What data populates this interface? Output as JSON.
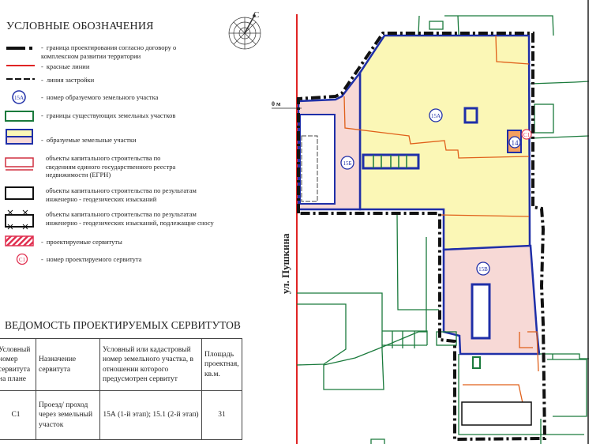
{
  "legend": {
    "title": "УСЛОВНЫЕ ОБОЗНАЧЕНИЯ",
    "items": [
      {
        "symbol": "boundary-dashdot-icon",
        "text": "граница проектирования согласно договору о комплексном развитии территории"
      },
      {
        "symbol": "red-line-icon",
        "text": "красные линии"
      },
      {
        "symbol": "building-line-icon",
        "text": "линия застройки"
      },
      {
        "symbol": "plot-number-icon",
        "symbol_text": "15А",
        "text": "номер образуемого земельного участка"
      },
      {
        "symbol": "green-rect-icon",
        "text": "границы существующих земельных участков"
      },
      {
        "symbol": "formed-plots-icon",
        "text": "образуемые земельные участки"
      },
      {
        "symbol": "egrn-object-icon",
        "text": "объекты капитального строительства по сведениям единого государственного реестра недвижимости (ЕГРН)"
      },
      {
        "symbol": "survey-object-icon",
        "text": "объекты капитального строительства по результатам инженерно - геодезических изысканий"
      },
      {
        "symbol": "demolition-object-icon",
        "text": "объекты капитального строительства по результатам инженерно - геодезических изысканий, подлежащие сносу"
      },
      {
        "symbol": "servitude-hatch-icon",
        "text": "проектируемые сервитуты"
      },
      {
        "symbol": "servitude-number-icon",
        "symbol_text": "С1",
        "text": "номер проектируемого сервитута"
      }
    ]
  },
  "table": {
    "title": "ВЕДОМОСТЬ ПРОЕКТИРУЕМЫХ СЕРВИТУТОВ",
    "headers": [
      "Условный номер сервитута на плане",
      "Назначение сервитута",
      "Условный или кадастровый номер земельного участка, в отношении которого предусмотрен сервитут",
      "Площадь проектная, кв.м."
    ],
    "rows": [
      [
        "С1",
        "Проезд/ проход через земельный участок",
        "15А (1-й этап); 15.1 (2-й этап)",
        "31"
      ]
    ]
  },
  "map": {
    "compass_label": "С",
    "zero_mark": "0 м",
    "street": "ул. Пушкина",
    "plots": {
      "a": "15А",
      "b": "15Б",
      "v": "15В",
      "existing": "14",
      "servitude": "С1"
    },
    "colors": {
      "yellow": "#fbf7b6",
      "pink": "#f7d9d6",
      "blue": "#1f2fa8",
      "red": "#e02424",
      "green": "#1a7a3c",
      "orange": "#e0601a"
    }
  }
}
